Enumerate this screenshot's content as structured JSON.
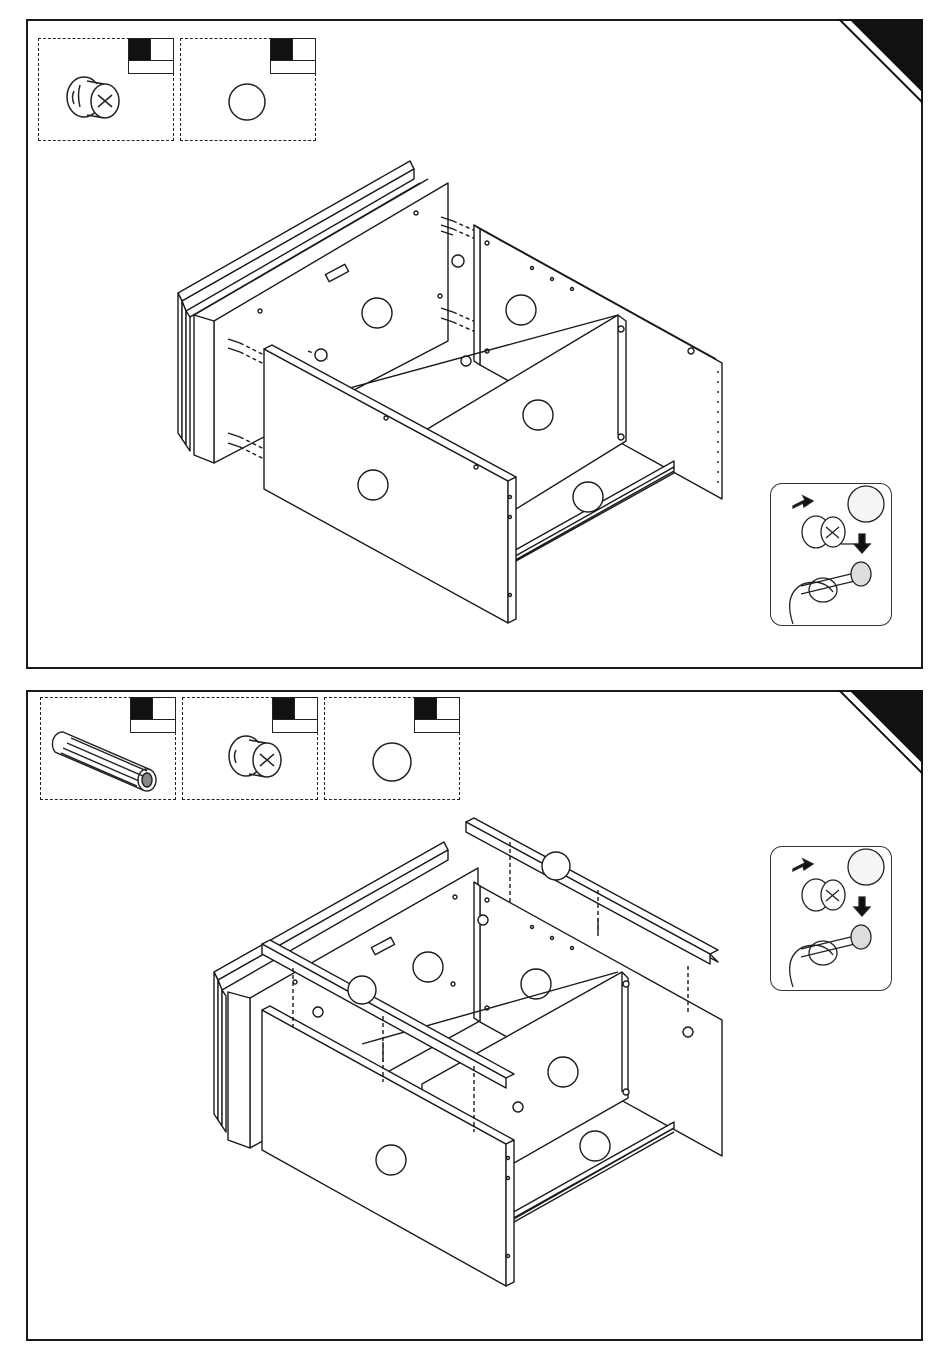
{
  "page": {
    "title": ""
  },
  "steps": [
    {
      "id": "step-1",
      "hardware": [
        {
          "name": "cam-lock-icon",
          "quantity_label": ""
        },
        {
          "name": "panel-ref-icon",
          "quantity_label": ""
        }
      ],
      "inset": {
        "name": "cam-lock-instruction"
      }
    },
    {
      "id": "step-2",
      "hardware": [
        {
          "name": "wooden-dowel-icon",
          "quantity_label": ""
        },
        {
          "name": "cam-lock-icon",
          "quantity_label": ""
        },
        {
          "name": "panel-ref-icon",
          "quantity_label": ""
        }
      ],
      "inset": {
        "name": "cam-lock-instruction"
      }
    }
  ],
  "colors": {
    "line": "#1a1a1a",
    "fill": "#ffffff",
    "badge": "#111111"
  }
}
